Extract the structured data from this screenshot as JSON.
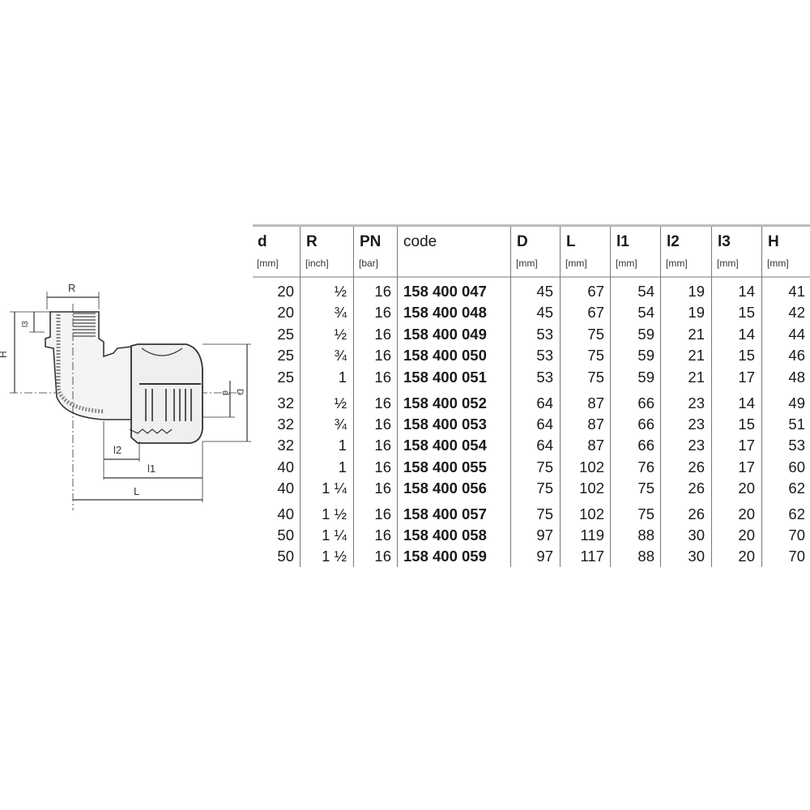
{
  "table": {
    "headers": [
      {
        "label": "d",
        "unit": "[mm]"
      },
      {
        "label": "R",
        "unit": "[inch]"
      },
      {
        "label": "PN",
        "unit": "[bar]"
      },
      {
        "label": "code",
        "unit": ""
      },
      {
        "label": "D",
        "unit": "[mm]"
      },
      {
        "label": "L",
        "unit": "[mm]"
      },
      {
        "label": "l1",
        "unit": "[mm]"
      },
      {
        "label": "l2",
        "unit": "[mm]"
      },
      {
        "label": "l3",
        "unit": "[mm]"
      },
      {
        "label": "H",
        "unit": "[mm]"
      }
    ],
    "rows": [
      [
        "20",
        "½",
        "16",
        "158 400 047",
        "45",
        "67",
        "54",
        "19",
        "14",
        "41"
      ],
      [
        "20",
        "¾",
        "16",
        "158 400 048",
        "45",
        "67",
        "54",
        "19",
        "15",
        "42"
      ],
      [
        "25",
        "½",
        "16",
        "158 400 049",
        "53",
        "75",
        "59",
        "21",
        "14",
        "44"
      ],
      [
        "25",
        "¾",
        "16",
        "158 400 050",
        "53",
        "75",
        "59",
        "21",
        "15",
        "46"
      ],
      [
        "25",
        "1",
        "16",
        "158 400 051",
        "53",
        "75",
        "59",
        "21",
        "17",
        "48"
      ],
      [
        "32",
        "½",
        "16",
        "158 400 052",
        "64",
        "87",
        "66",
        "23",
        "14",
        "49"
      ],
      [
        "32",
        "¾",
        "16",
        "158 400 053",
        "64",
        "87",
        "66",
        "23",
        "15",
        "51"
      ],
      [
        "32",
        "1",
        "16",
        "158 400 054",
        "64",
        "87",
        "66",
        "23",
        "17",
        "53"
      ],
      [
        "40",
        "1",
        "16",
        "158 400 055",
        "75",
        "102",
        "76",
        "26",
        "17",
        "60"
      ],
      [
        "40",
        "1 ¼",
        "16",
        "158 400 056",
        "75",
        "102",
        "75",
        "26",
        "20",
        "62"
      ],
      [
        "40",
        "1 ½",
        "16",
        "158 400 057",
        "75",
        "102",
        "75",
        "26",
        "20",
        "62"
      ],
      [
        "50",
        "1 ¼",
        "16",
        "158 400 058",
        "97",
        "119",
        "88",
        "30",
        "20",
        "70"
      ],
      [
        "50",
        "1 ½",
        "16",
        "158 400 059",
        "97",
        "117",
        "88",
        "30",
        "20",
        "70"
      ]
    ]
  },
  "drawing": {
    "labels": {
      "R": "R",
      "H": "H",
      "l3": "l3",
      "d": "d",
      "D": "D",
      "l2": "l2",
      "l1": "l1",
      "L": "L"
    }
  }
}
